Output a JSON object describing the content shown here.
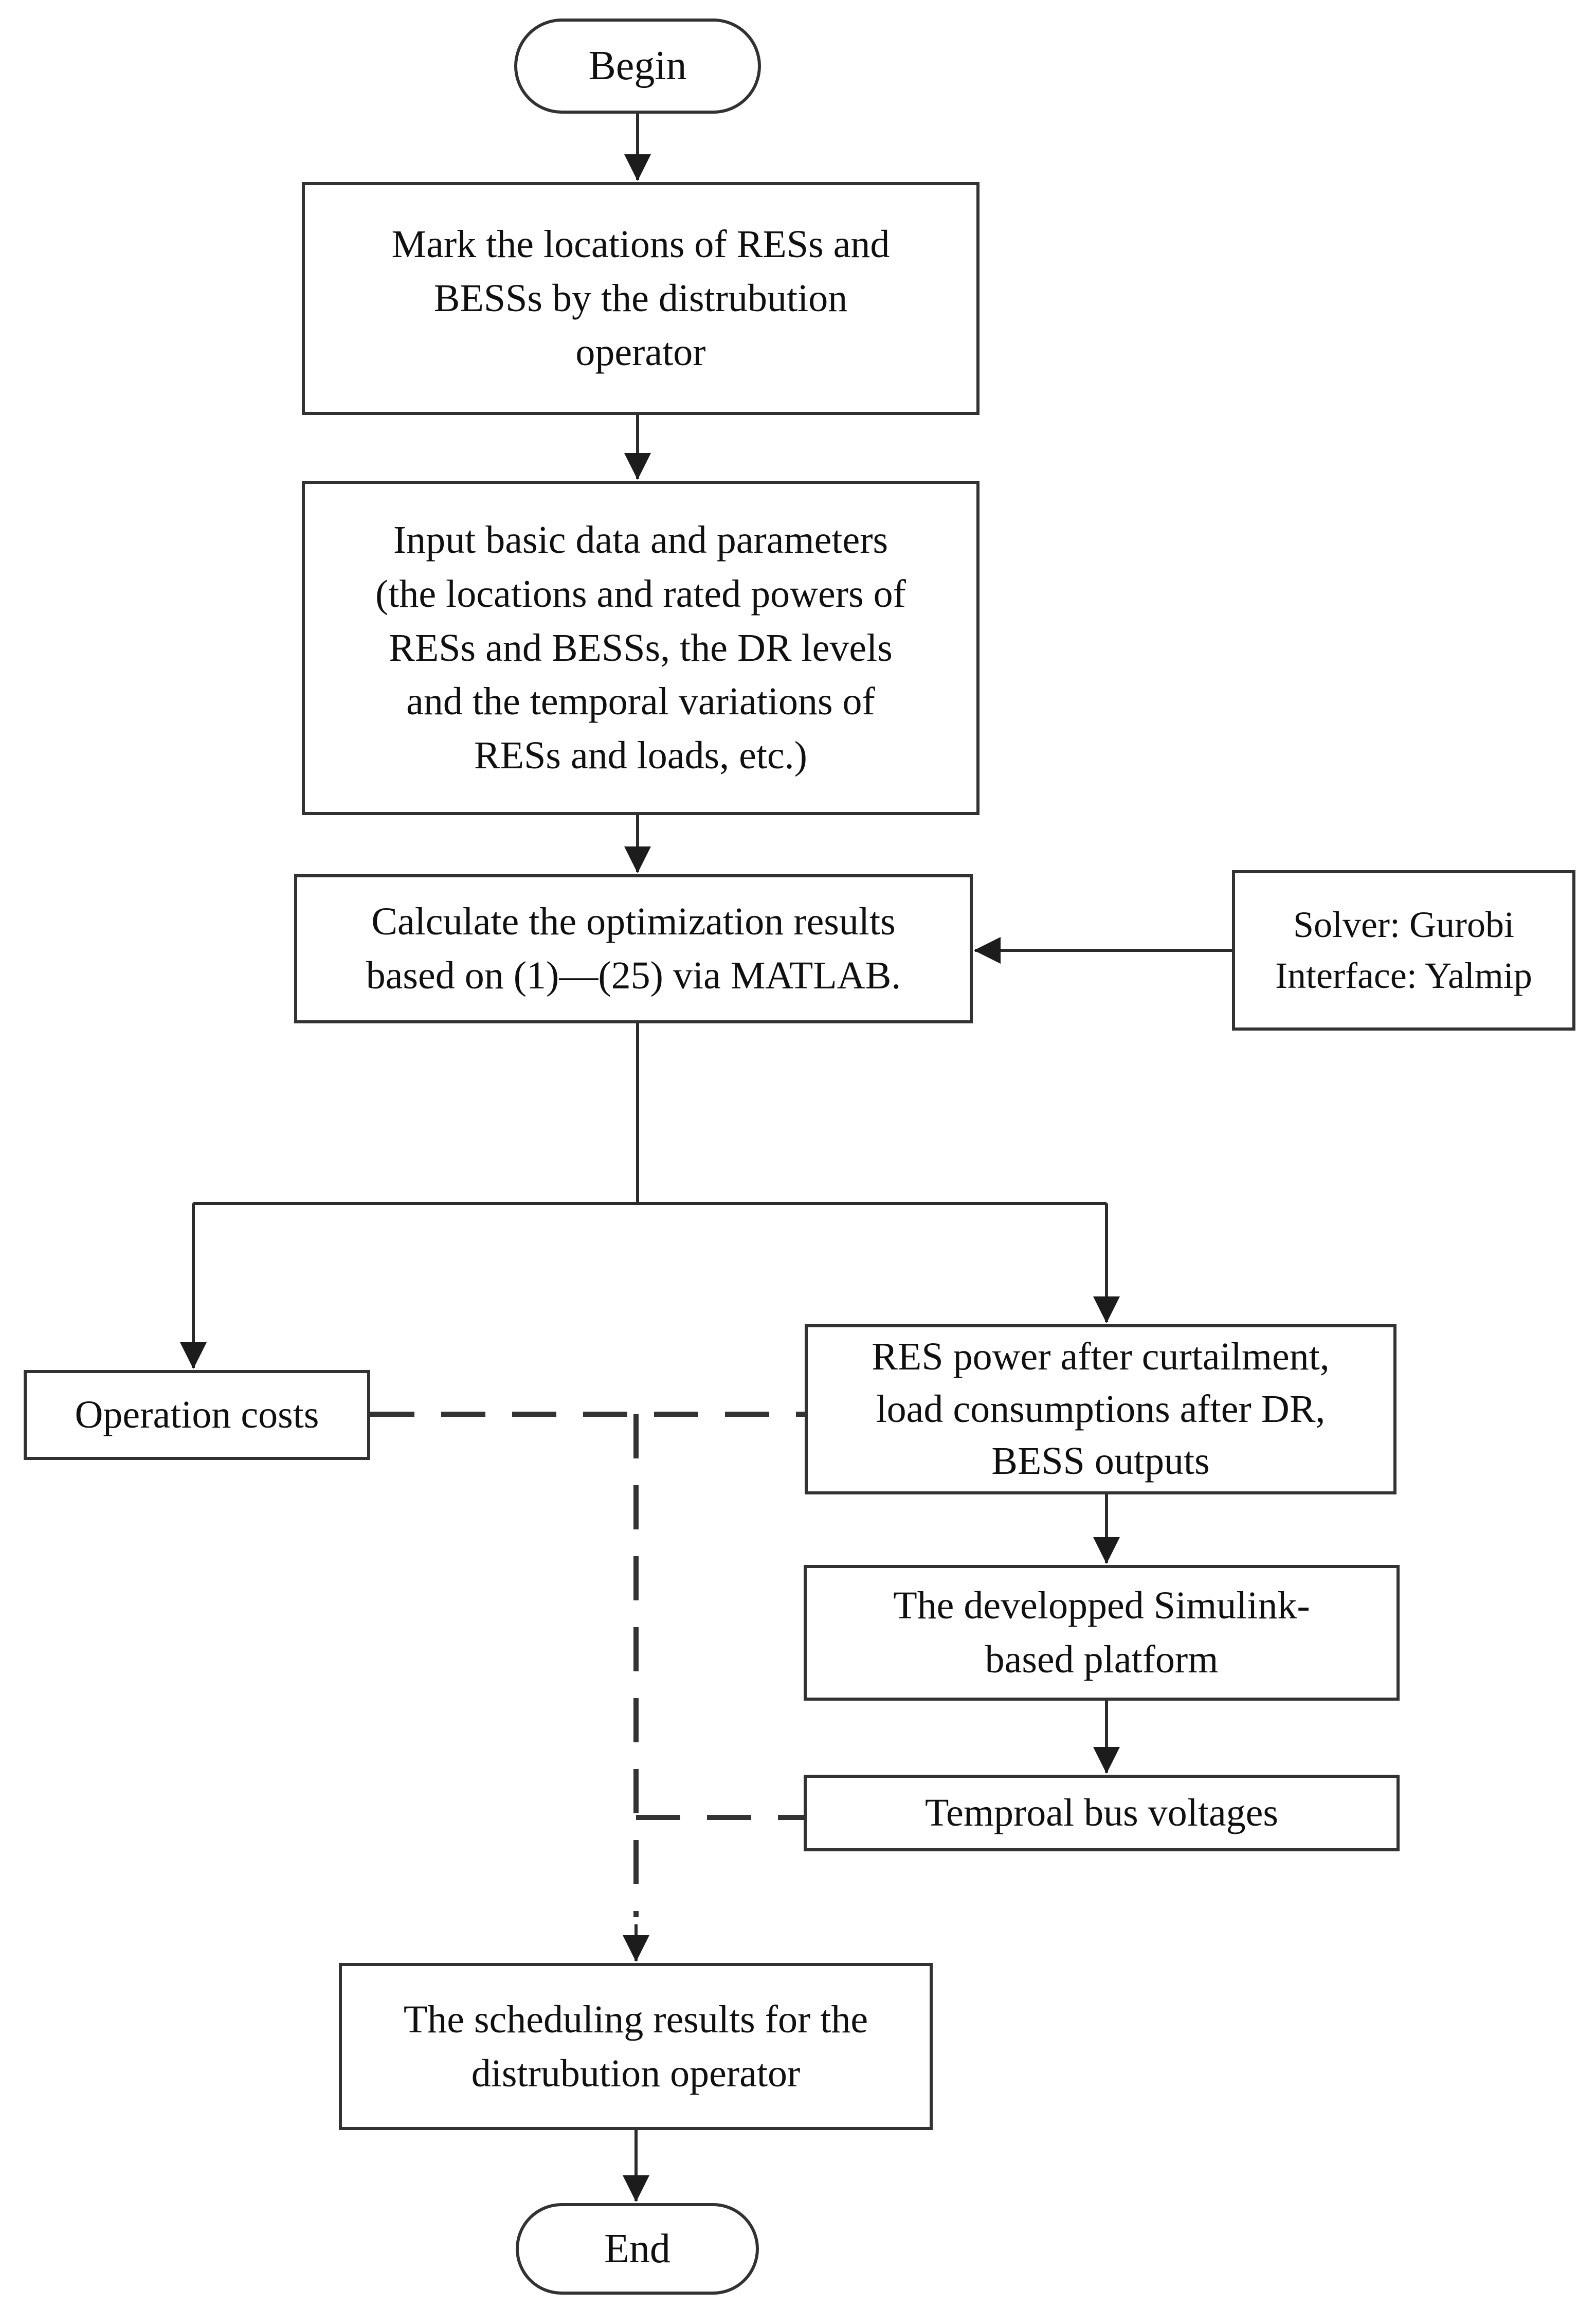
{
  "nodes": {
    "begin": {
      "label": "Begin"
    },
    "mark": {
      "label": "Mark the locations of RESs and\nBESSs by the distrubution\noperator"
    },
    "input": {
      "label": "Input basic data and parameters\n(the locations and rated powers of\nRESs and BESSs, the DR levels\nand the temporal variations of\nRESs and loads, etc.)"
    },
    "calculate": {
      "label": "Calculate the optimization results\nbased on (1)—(25) via MATLAB."
    },
    "solver": {
      "label": "Solver: Gurobi\nInterface: Yalmip"
    },
    "operation_costs": {
      "label": "Operation costs"
    },
    "res_outputs": {
      "label": "RES power after curtailment,\nload consumptions after DR,\nBESS outputs"
    },
    "simulink": {
      "label": "The developped Simulink-\nbased platform"
    },
    "bus_voltages": {
      "label": "Temproal bus voltages"
    },
    "scheduling": {
      "label": "The scheduling results for the\ndistrubution operator"
    },
    "end": {
      "label": "End"
    }
  },
  "colors": {
    "line": "#2b2b2b",
    "text": "#101010",
    "background": "#ffffff"
  }
}
